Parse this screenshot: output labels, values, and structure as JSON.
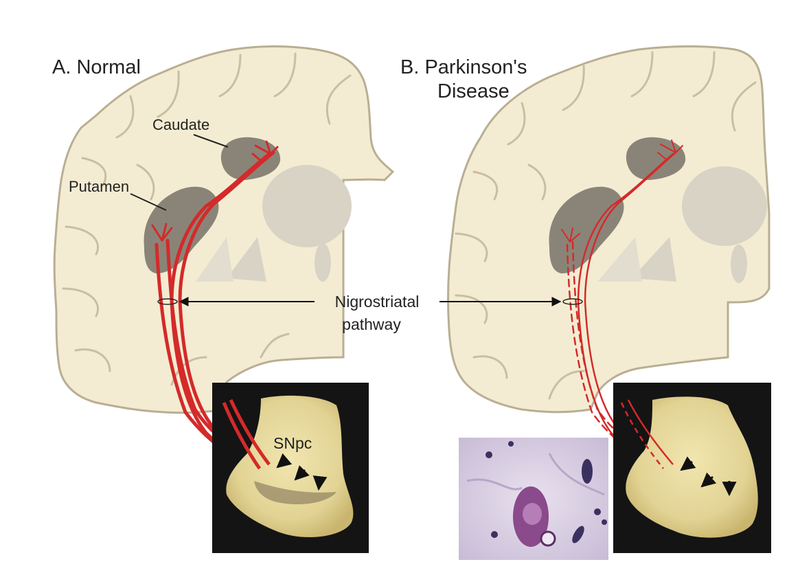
{
  "panels": {
    "normal": {
      "title": "A. Normal"
    },
    "parkinsons": {
      "title_line1": "B. Parkinson's",
      "title_line2": "Disease"
    }
  },
  "labels": {
    "caudate": "Caudate",
    "putamen": "Putamen",
    "snpc": "SNpc",
    "pathway_line1": "Nigrostriatal",
    "pathway_line2": "pathway"
  },
  "colors": {
    "brain_fill": "#f3ecd2",
    "brain_stroke": "#b9ae93",
    "nucleus_dark": "#8a8478",
    "nucleus_light": "#d9d3c6",
    "pathway": "#d42a2a",
    "photo_bg": "#141414",
    "tissue": "#e6d99c",
    "histology_bg": "#d6cbe0"
  },
  "icons": {
    "arrows": "black-arrow-icon",
    "pathway_arrow": "double-headed-arrow-icon"
  }
}
